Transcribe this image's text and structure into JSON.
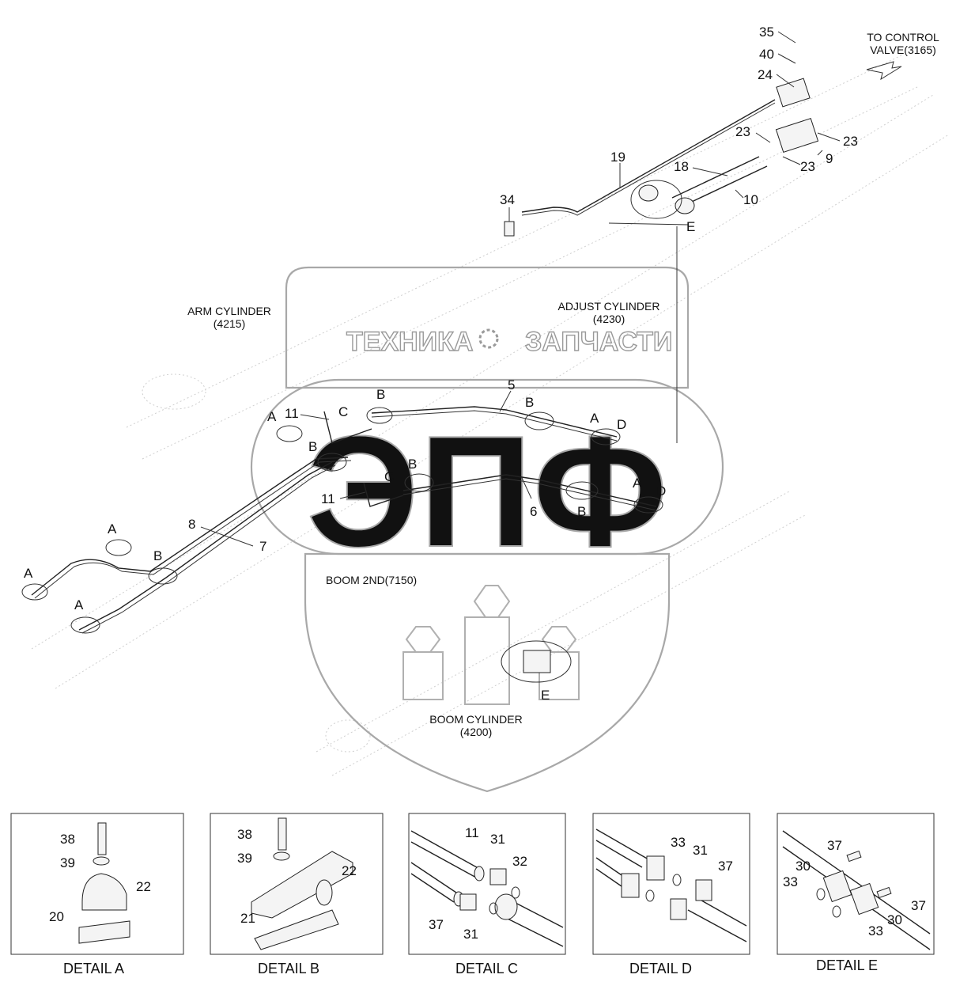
{
  "callouts": [
    {
      "id": "c35",
      "text": "35"
    },
    {
      "id": "c40",
      "text": "40"
    },
    {
      "id": "c24",
      "text": "24"
    },
    {
      "id": "c23a",
      "text": "23"
    },
    {
      "id": "c23b",
      "text": "23"
    },
    {
      "id": "c23c",
      "text": "23"
    },
    {
      "id": "c9",
      "text": "9"
    },
    {
      "id": "c19",
      "text": "19"
    },
    {
      "id": "c18",
      "text": "18"
    },
    {
      "id": "c10",
      "text": "10"
    },
    {
      "id": "c34",
      "text": "34"
    },
    {
      "id": "cEtop",
      "text": "E"
    },
    {
      "id": "c5",
      "text": "5"
    },
    {
      "id": "cB1",
      "text": "B"
    },
    {
      "id": "cB2",
      "text": "B"
    },
    {
      "id": "cA1",
      "text": "A"
    },
    {
      "id": "cD1",
      "text": "D"
    },
    {
      "id": "cA2",
      "text": "A"
    },
    {
      "id": "c11a",
      "text": "11"
    },
    {
      "id": "cC1",
      "text": "C"
    },
    {
      "id": "cB3",
      "text": "B"
    },
    {
      "id": "cB4",
      "text": "B"
    },
    {
      "id": "cC2",
      "text": "C"
    },
    {
      "id": "c11b",
      "text": "11"
    },
    {
      "id": "c6",
      "text": "6"
    },
    {
      "id": "cB5",
      "text": "B"
    },
    {
      "id": "cA3",
      "text": "A"
    },
    {
      "id": "cD2",
      "text": "D"
    },
    {
      "id": "c8",
      "text": "8"
    },
    {
      "id": "c7",
      "text": "7"
    },
    {
      "id": "cA4",
      "text": "A"
    },
    {
      "id": "cB6",
      "text": "B"
    },
    {
      "id": "cA5",
      "text": "A"
    },
    {
      "id": "cA6",
      "text": "A"
    },
    {
      "id": "cEbot",
      "text": "E"
    }
  ],
  "captions": {
    "to_control_1": "TO CONTROL",
    "to_control_2": "VALVE(3165)",
    "arm_1": "ARM CYLINDER",
    "arm_2": "(4215)",
    "adjust_1": "ADJUST CYLINDER",
    "adjust_2": "(4230)",
    "boom2nd": "BOOM 2ND(7150)",
    "boomcyl_1": "BOOM CYLINDER",
    "boomcyl_2": "(4200)"
  },
  "watermark": {
    "left": "ТЕХНИКА",
    "right": "ЗАПЧАСТИ",
    "emblem": "ЭПФ"
  },
  "details": [
    {
      "title": "DETAIL  A",
      "labels": [
        "38",
        "39",
        "22",
        "20"
      ]
    },
    {
      "title": "DETAIL  B",
      "labels": [
        "38",
        "39",
        "22",
        "21"
      ]
    },
    {
      "title": "DETAIL  C",
      "labels": [
        "11",
        "31",
        "32",
        "37",
        "31"
      ]
    },
    {
      "title": "DETAIL  D",
      "labels": [
        "33",
        "31",
        "37"
      ]
    },
    {
      "title": "DETAIL  E",
      "labels": [
        "37",
        "30",
        "33",
        "37",
        "33",
        "30"
      ]
    }
  ]
}
